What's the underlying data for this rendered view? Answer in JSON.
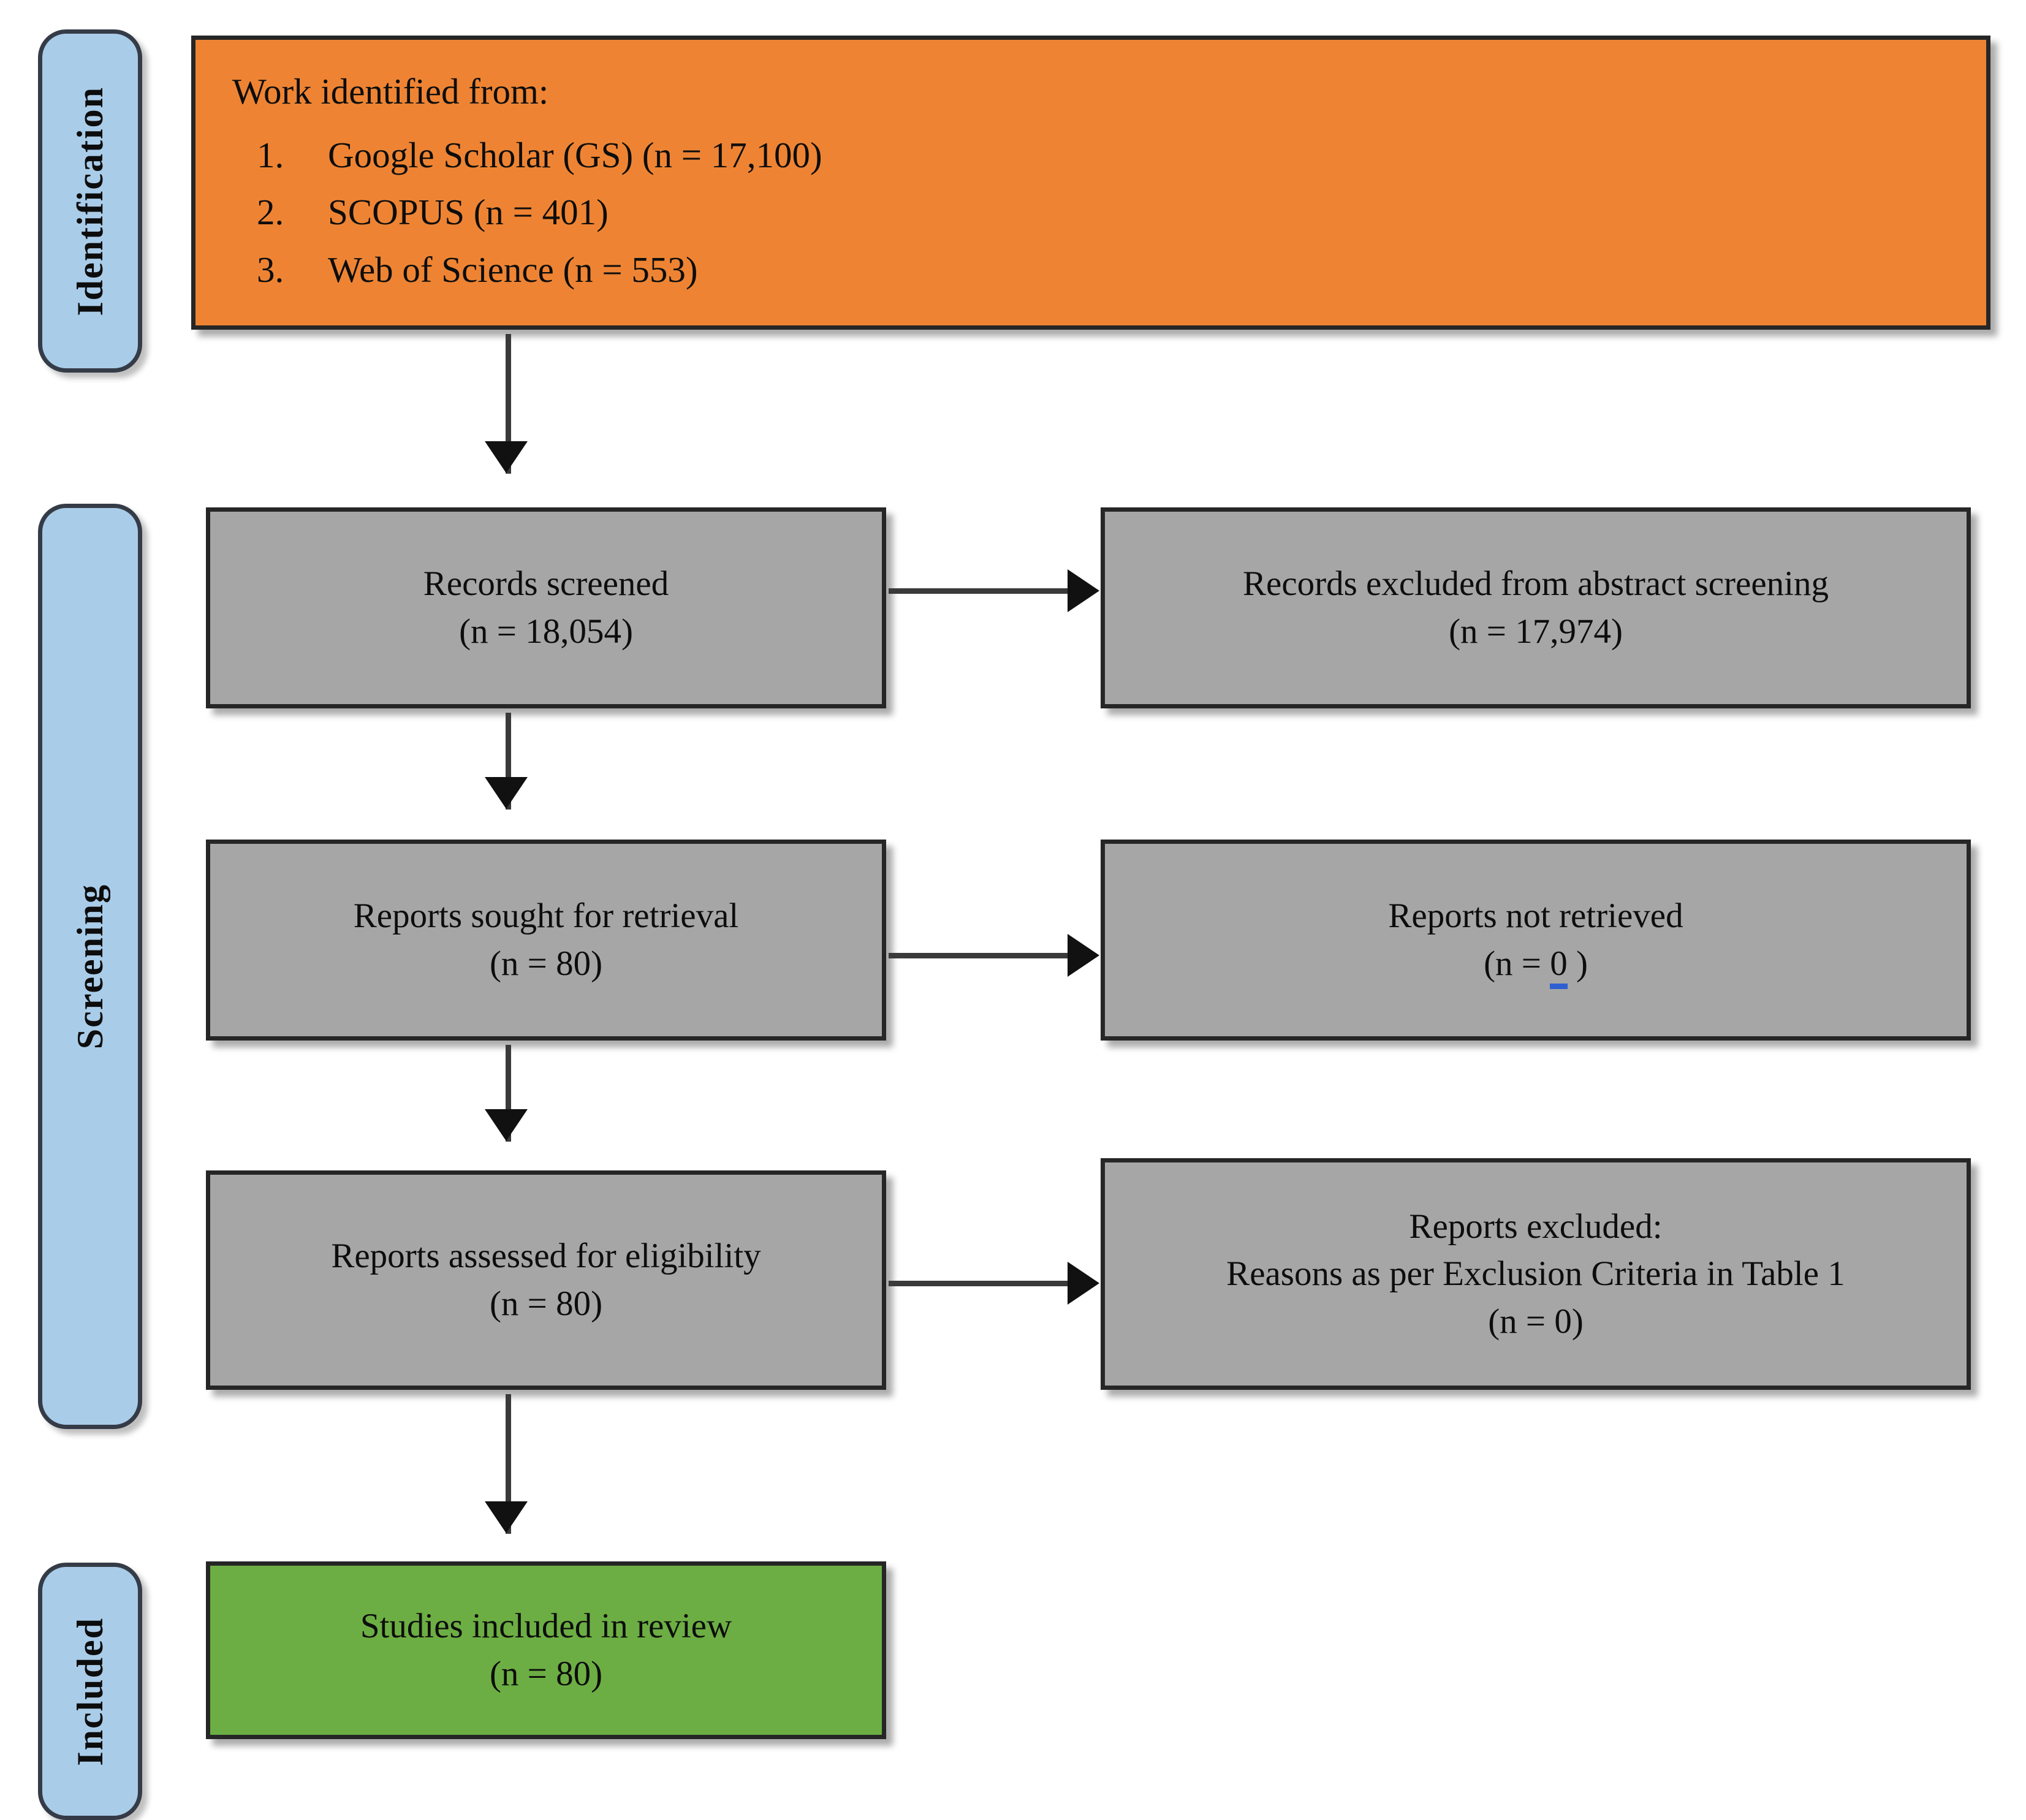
{
  "diagram": {
    "title": "PRISMA flow diagram",
    "colors": {
      "identification_box": "#ee8433",
      "screening_box": "#a6a6a6",
      "included_box": "#6cae43",
      "stage_label": "#a9cce9",
      "border": "#262626",
      "connector": "#3a3a3a",
      "spellcheck_underline": "#2f5fd0"
    }
  },
  "stages": {
    "identification": "Identification",
    "screening": "Screening",
    "included": "Included"
  },
  "identification": {
    "heading": "Work identified from:",
    "sources": [
      {
        "num": "1.",
        "text": "Google Scholar (GS) (n = 17,100)"
      },
      {
        "num": "2.",
        "text": "SCOPUS (n = 401)"
      },
      {
        "num": "3.",
        "text": "Web of Science (n = 553)"
      }
    ]
  },
  "screening": {
    "records_screened": {
      "label": "Records screened",
      "count": "(n = 18,054)"
    },
    "records_excluded": {
      "label": "Records excluded from abstract screening",
      "count": "(n = 17,974)"
    },
    "reports_sought": {
      "label": "Reports sought for retrieval",
      "count": "(n = 80)"
    },
    "reports_not_retrieved": {
      "label": "Reports not retrieved",
      "count_prefix": "(n = ",
      "count_value": "0",
      "count_suffix": " )"
    },
    "reports_assessed": {
      "label": "Reports assessed for eligibility",
      "count": "(n = 80)"
    },
    "reports_excluded": {
      "line1": "Reports excluded:",
      "line2": "Reasons as per Exclusion Criteria in Table 1",
      "count": "(n = 0)"
    }
  },
  "included": {
    "studies_included": {
      "label": "Studies included in review",
      "count": "(n = 80)"
    }
  }
}
